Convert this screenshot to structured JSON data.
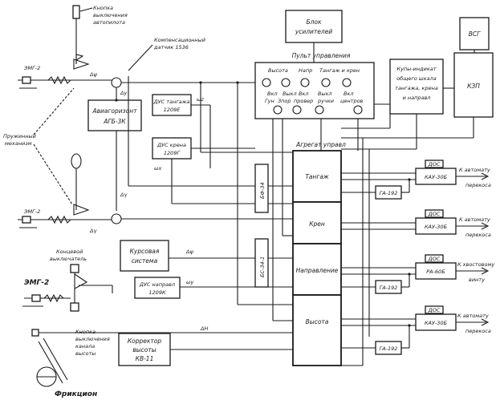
{
  "blocks": {
    "amplifier": [
      "Блок",
      "усилителей"
    ],
    "vsg": "ВСГ",
    "kzp": "КЗП",
    "indicator": [
      "Купы-индикат",
      "общего шкала",
      "тангажа, крена",
      "и направл"
    ],
    "control_panel": "Пульт управления",
    "knob_labels": [
      "Высота",
      "Напр",
      "Тангаж и крен",
      "Вкл",
      "Выкл",
      "Вкл",
      "Выкл",
      "Вкл",
      "Гун",
      "Зпор",
      "провер",
      "ручки",
      "центров"
    ],
    "autopilot_button": [
      "Кнопка",
      "выключения",
      "автопилота"
    ],
    "comp_sensor": [
      "Компенсационный",
      "датчик 1536"
    ],
    "emg_1": "ЭМГ-2",
    "emg_2": "ЭМГ-2",
    "emg_3": "ЭМГ-2",
    "spring_mech": [
      "Пружинный",
      "механизм"
    ],
    "horizon": [
      "Авиагоризонт",
      "АГБ-3К"
    ],
    "dus_pitch": [
      "ДУС тангажа",
      "1209Е"
    ],
    "dus_roll": [
      "ДУС крена",
      "1209Г"
    ],
    "end_switches": [
      "Концевой",
      "выключатель"
    ],
    "course": [
      "Курсовая",
      "система"
    ],
    "dus_dir": [
      "ДУС направл",
      "1209К"
    ],
    "alt_corrector": [
      "Корректор",
      "высоты",
      "КВ-11"
    ],
    "alt_button": [
      "Кнопка",
      "выключения",
      "канала",
      "высоты"
    ],
    "friction": "Фрикцион",
    "bf": "БФ-34",
    "bs": "БС-34-1",
    "unit_title": "Агрегат управл",
    "channels": [
      "Тангаж",
      "Крен",
      "Направление",
      "Высота"
    ],
    "ga": [
      "ГА-192",
      "ГА-192",
      "ГА-192"
    ],
    "actuators": [
      "КАУ-30Б",
      "КАУ-30Б",
      "РА-60Б",
      "КАУ-30Б"
    ],
    "dos": [
      "ДОС",
      "ДОС",
      "ДОС",
      "ДОС"
    ],
    "outputs": [
      [
        "К автомату",
        "перекоса"
      ],
      [
        "К автомату",
        "перекоса"
      ],
      [
        "К хвостовому",
        "винту"
      ],
      [
        "К автомату",
        "перекоса"
      ]
    ],
    "signals": [
      "Δψ",
      "Δγ",
      "Δy",
      "Δγ",
      "ωz",
      "ωx",
      "Δψ",
      "ωy",
      "ΔH"
    ]
  }
}
